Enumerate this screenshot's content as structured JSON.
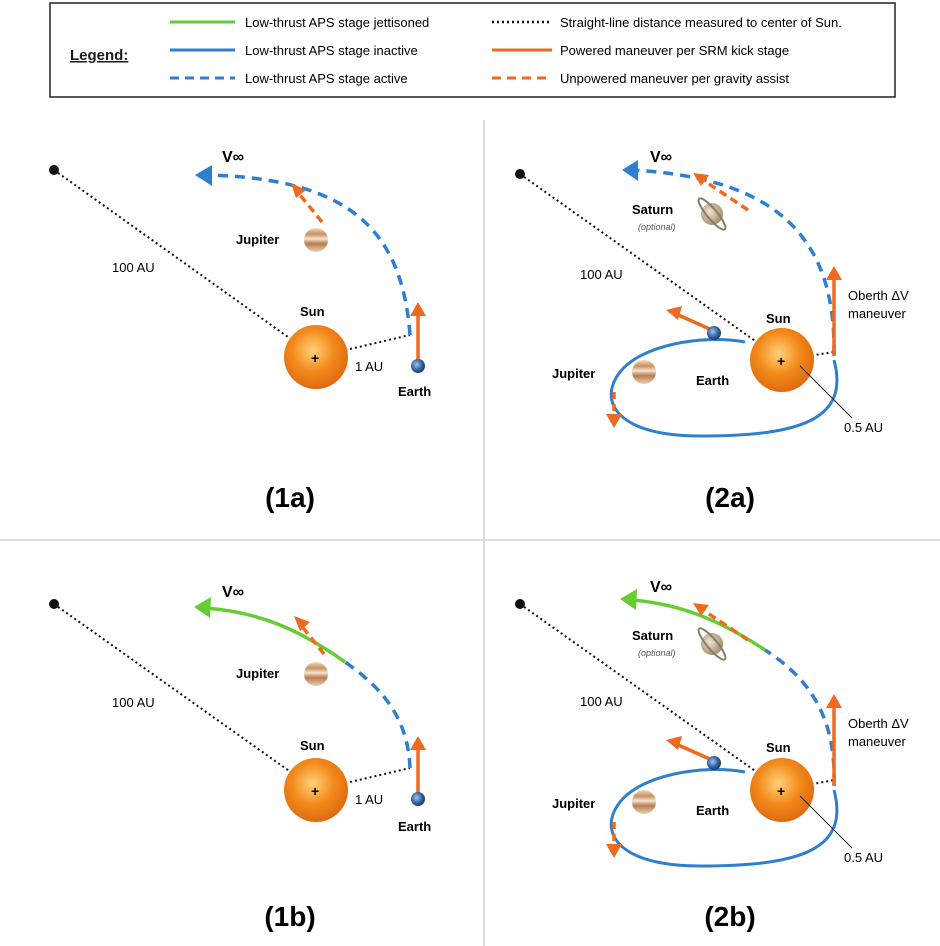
{
  "legend": {
    "title": "Legend:",
    "items": [
      {
        "key": "jettisoned",
        "label": "Low-thrust APS stage jettisoned",
        "color": "#66cc33",
        "style": "solid"
      },
      {
        "key": "inactive",
        "label": "Low-thrust APS stage inactive",
        "color": "#2e7fd0",
        "style": "solid"
      },
      {
        "key": "active",
        "label": "Low-thrust APS stage active",
        "color": "#2e7fd0",
        "style": "dashed"
      },
      {
        "key": "straight",
        "label": "Straight-line distance measured to center of Sun.",
        "color": "#111111",
        "style": "dotted"
      },
      {
        "key": "powered",
        "label": "Powered maneuver per SRM kick stage",
        "color": "#ee6a1e",
        "style": "solid"
      },
      {
        "key": "unpowered",
        "label": "Unpowered maneuver per gravity assist",
        "color": "#ee6a1e",
        "style": "dashed"
      }
    ]
  },
  "colors": {
    "green": "#66cc33",
    "blue": "#2e7fd0",
    "orange": "#ee6a1e",
    "sun": "#f08a1c",
    "jupiter": "#d9a878",
    "saturn": "#c9b9a0",
    "earth": "#3b6aa8"
  },
  "panels": [
    {
      "id": "1a",
      "caption": "(1a)",
      "v_inf": "V∞",
      "sun": "Sun",
      "earth": "Earth",
      "jupiter": "Jupiter",
      "distance_far": "100 AU",
      "distance_near": "1 AU"
    },
    {
      "id": "2a",
      "caption": "(2a)",
      "v_inf": "V∞",
      "sun": "Sun",
      "earth": "Earth",
      "jupiter": "Jupiter",
      "saturn": "Saturn",
      "saturn_note": "(optional)",
      "distance_far": "100 AU",
      "distance_near": "0.5 AU",
      "maneuver_line1": "Oberth ΔV",
      "maneuver_line2": "maneuver"
    },
    {
      "id": "1b",
      "caption": "(1b)",
      "v_inf": "V∞",
      "sun": "Sun",
      "earth": "Earth",
      "jupiter": "Jupiter",
      "distance_far": "100 AU",
      "distance_near": "1 AU"
    },
    {
      "id": "2b",
      "caption": "(2b)",
      "v_inf": "V∞",
      "sun": "Sun",
      "earth": "Earth",
      "jupiter": "Jupiter",
      "saturn": "Saturn",
      "saturn_note": "(optional)",
      "distance_far": "100 AU",
      "distance_near": "0.5 AU",
      "maneuver_line1": "Oberth ΔV",
      "maneuver_line2": "maneuver"
    }
  ]
}
